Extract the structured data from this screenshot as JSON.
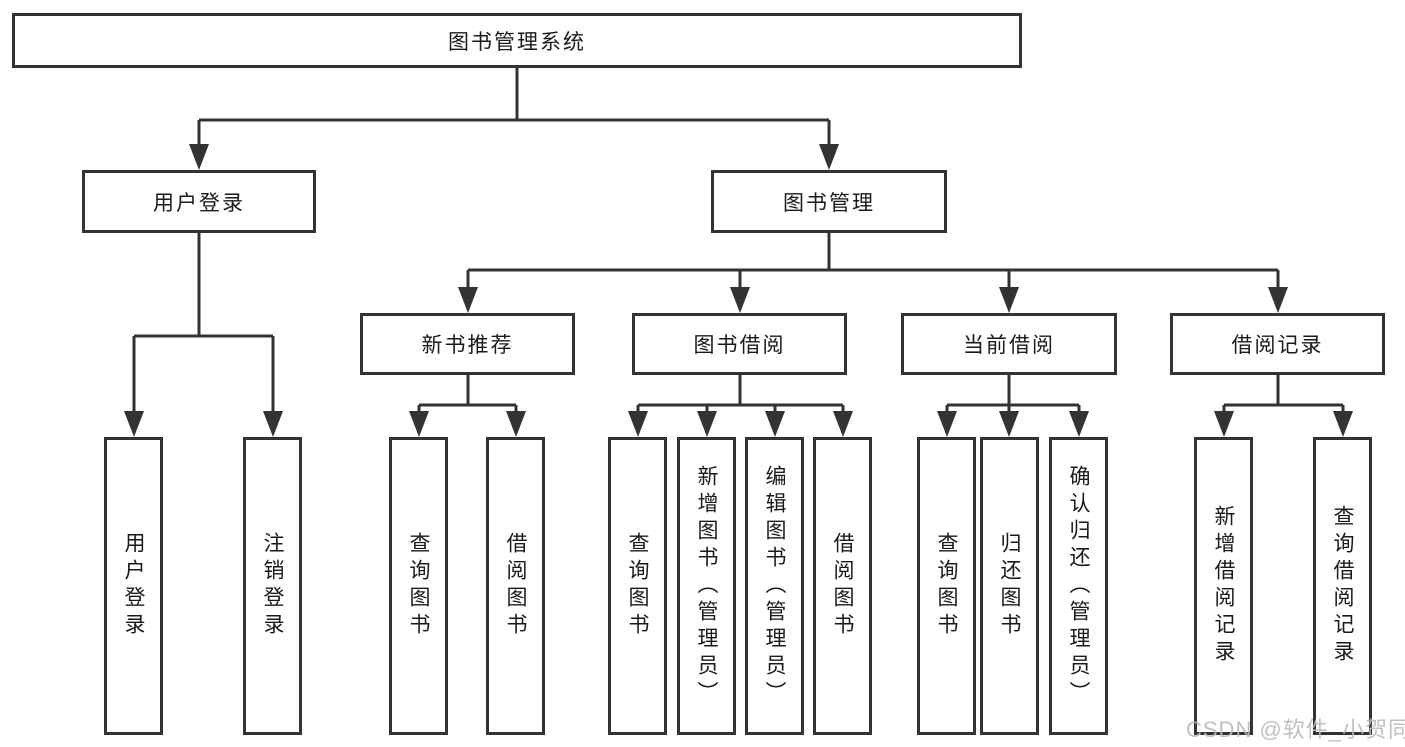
{
  "tree": {
    "root": {
      "label": "图书管理系统"
    },
    "children": [
      {
        "label": "用户登录",
        "children": [
          {
            "label": "用户登录"
          },
          {
            "label": "注销登录"
          }
        ]
      },
      {
        "label": "图书管理",
        "children": [
          {
            "label": "新书推荐",
            "children": [
              {
                "label": "查询图书"
              },
              {
                "label": "借阅图书"
              }
            ]
          },
          {
            "label": "图书借阅",
            "children": [
              {
                "label": "查询图书"
              },
              {
                "label": "新增图书（管理员）"
              },
              {
                "label": "编辑图书（管理员）"
              },
              {
                "label": "借阅图书"
              }
            ]
          },
          {
            "label": "当前借阅",
            "children": [
              {
                "label": "查询图书"
              },
              {
                "label": "归还图书"
              },
              {
                "label": "确认归还（管理员）"
              }
            ]
          },
          {
            "label": "借阅记录",
            "children": [
              {
                "label": "新增借阅记录"
              },
              {
                "label": "查询借阅记录"
              }
            ]
          }
        ]
      }
    ]
  },
  "watermark": {
    "text": "CSDN @软件_小贺同学",
    "color": "#b9b9b9"
  },
  "colors": {
    "background": "#ffffff",
    "line": "#333333",
    "box_border": "#333333",
    "box_fill": "#ffffff",
    "text": "#1a1a1a"
  }
}
